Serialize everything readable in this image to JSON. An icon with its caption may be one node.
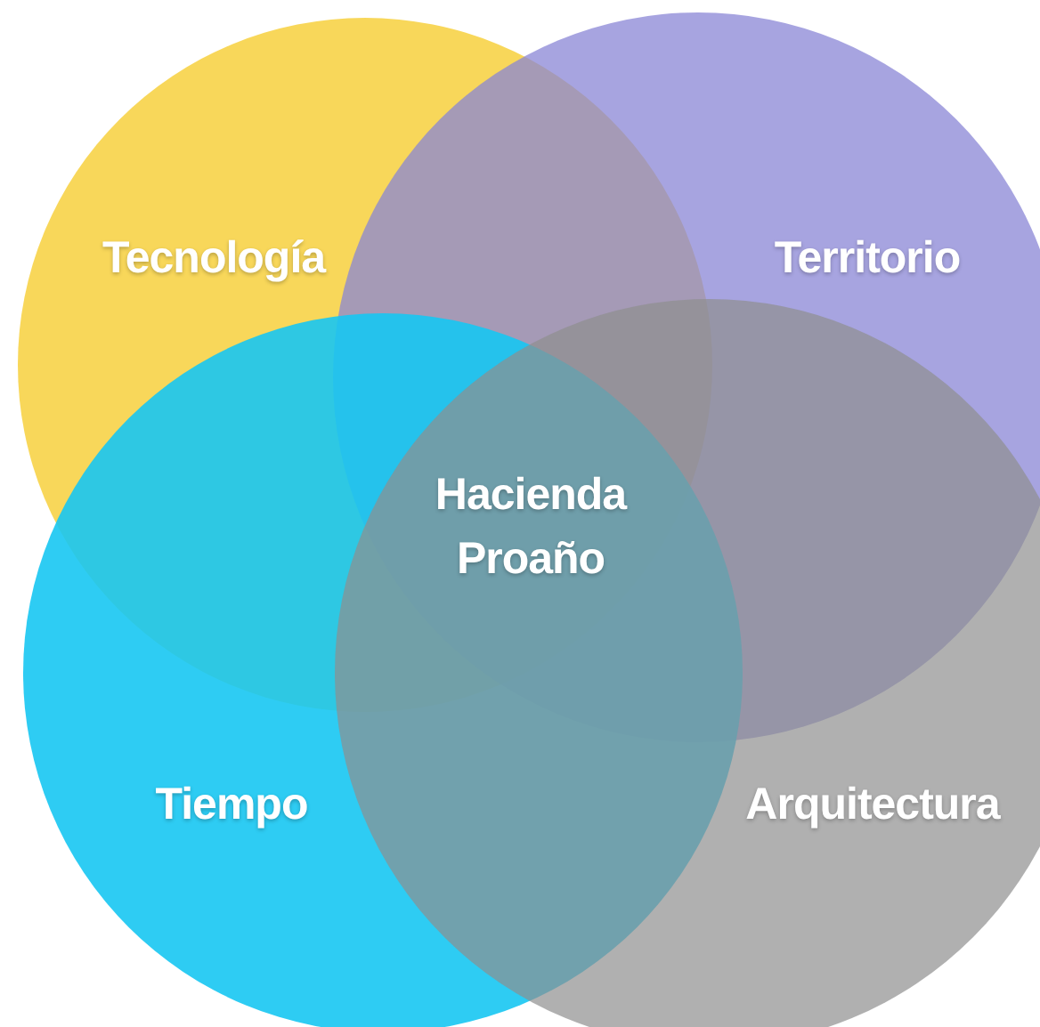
{
  "diagram": {
    "nodes": [
      {
        "text": [
          "Tecnología"
        ]
      },
      {
        "text": [
          "Territorio"
        ]
      },
      {
        "text": [
          "Tiempo"
        ]
      },
      {
        "text": [
          "Arquitectura"
        ]
      }
    ],
    "labels": [
      "Hacienda Proaño"
    ]
  }
}
